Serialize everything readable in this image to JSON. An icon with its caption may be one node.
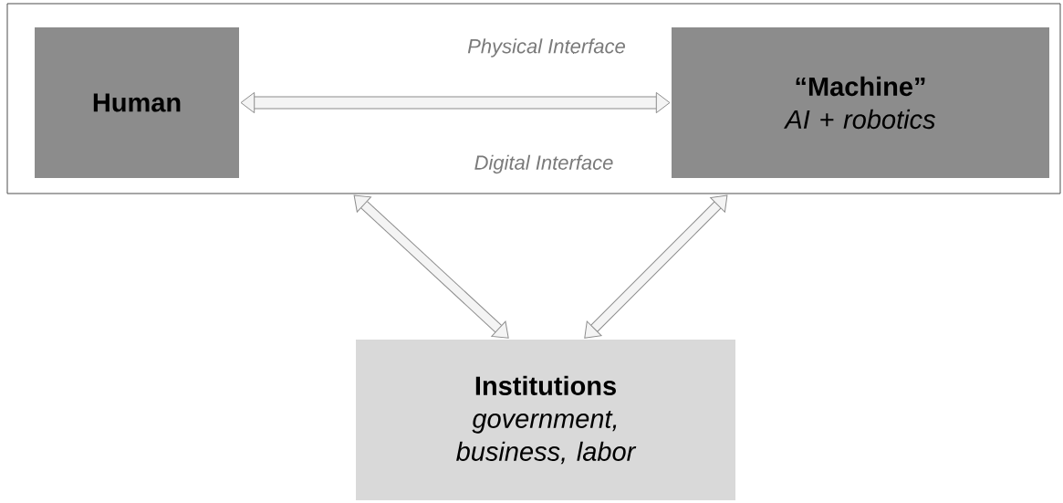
{
  "diagram": {
    "nodes": [
      {
        "text": [],
        "shape": "box"
      },
      {
        "text": [
          "Human"
        ],
        "in": 0
      },
      {
        "text": [
          "“Machine”",
          "AI + robotics"
        ],
        "in": 0
      },
      {
        "text": [
          "Institutions",
          "government, business, labor"
        ]
      }
    ],
    "edges": [
      {
        "from": 1,
        "to": 2,
        "arrow": "both",
        "label": "Physical Interface"
      },
      {
        "from": 0,
        "to": 3,
        "arrow": "both"
      },
      {
        "from": 0,
        "to": 3,
        "arrow": "both"
      }
    ],
    "labels": [
      "Digital Interface"
    ]
  }
}
